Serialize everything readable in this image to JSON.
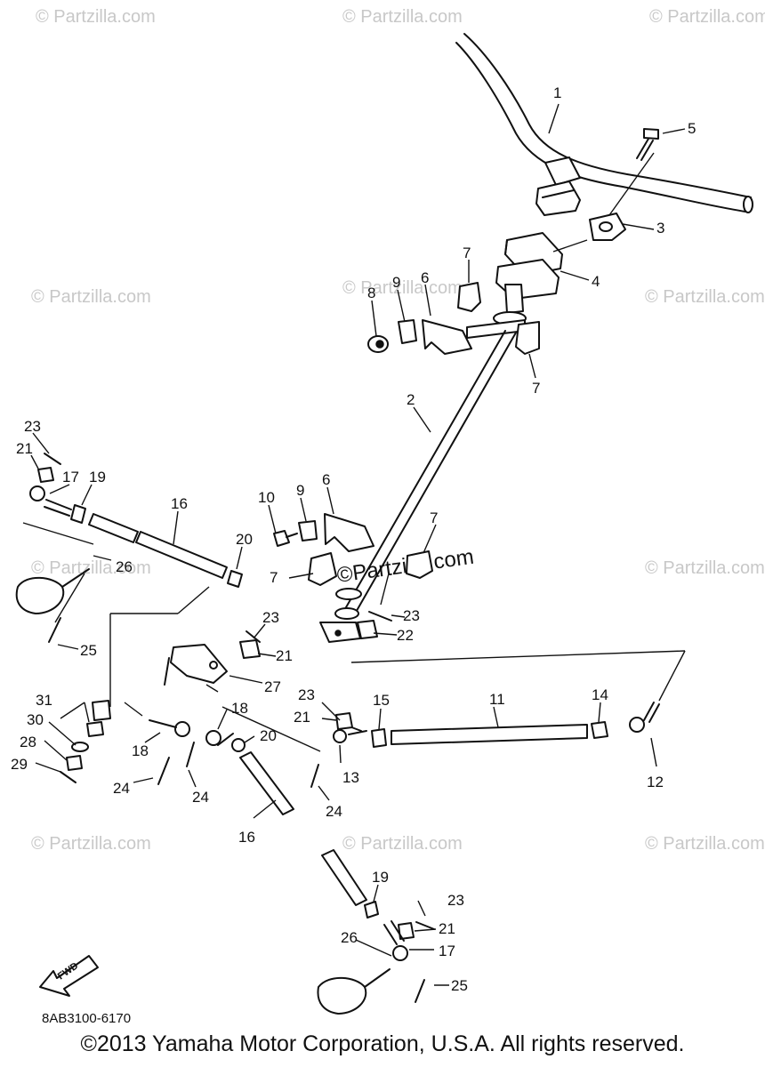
{
  "watermarks": {
    "small": "© Partzilla.com",
    "center": "©Partzilla.com"
  },
  "diagram_code": "8AB3100-6170",
  "fwd_label": "FWD",
  "copyright": "©2013 Yamaha Motor Corporation, U.S.A. All rights reserved.",
  "callouts": {
    "c1": "1",
    "c2": "2",
    "c3": "3",
    "c4": "4",
    "c5": "5",
    "c6": "6",
    "c7": "7",
    "c8": "8",
    "c9": "9",
    "c10": "10",
    "c11": "11",
    "c12": "12",
    "c13": "13",
    "c14": "14",
    "c15": "15",
    "c16": "16",
    "c17": "17",
    "c18": "18",
    "c19": "19",
    "c20": "20",
    "c21": "21",
    "c22": "22",
    "c23": "23",
    "c24": "24",
    "c25": "25",
    "c26": "26",
    "c27": "27",
    "c28": "28",
    "c29": "29",
    "c30": "30",
    "c31": "31"
  }
}
